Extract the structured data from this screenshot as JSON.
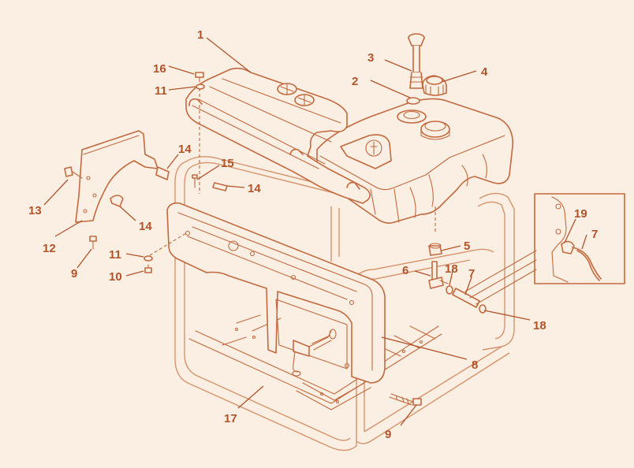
{
  "colors": {
    "background": "#fbefe3",
    "line": "#c2693e",
    "label": "#b2532a"
  },
  "callouts": [
    {
      "id": "c1",
      "label": "1"
    },
    {
      "id": "c2",
      "label": "2"
    },
    {
      "id": "c3",
      "label": "3"
    },
    {
      "id": "c4",
      "label": "4"
    },
    {
      "id": "c5",
      "label": "5"
    },
    {
      "id": "c6",
      "label": "6"
    },
    {
      "id": "c7a",
      "label": "7"
    },
    {
      "id": "c7b",
      "label": "7"
    },
    {
      "id": "c8",
      "label": "8"
    },
    {
      "id": "c9a",
      "label": "9"
    },
    {
      "id": "c9b",
      "label": "9"
    },
    {
      "id": "c10",
      "label": "10"
    },
    {
      "id": "c11a",
      "label": "11"
    },
    {
      "id": "c11b",
      "label": "11"
    },
    {
      "id": "c12",
      "label": "12"
    },
    {
      "id": "c13",
      "label": "13"
    },
    {
      "id": "c14a",
      "label": "14"
    },
    {
      "id": "c14b",
      "label": "14"
    },
    {
      "id": "c14c",
      "label": "14"
    },
    {
      "id": "c15",
      "label": "15"
    },
    {
      "id": "c16",
      "label": "16"
    },
    {
      "id": "c17",
      "label": "17"
    },
    {
      "id": "c18a",
      "label": "18"
    },
    {
      "id": "c18b",
      "label": "18"
    },
    {
      "id": "c19",
      "label": "19"
    }
  ]
}
